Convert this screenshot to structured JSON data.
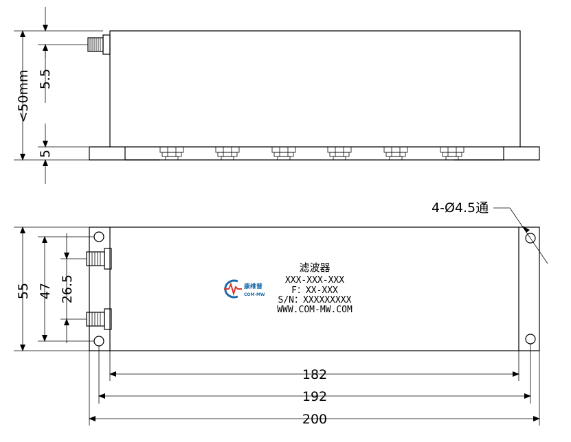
{
  "top_view": {
    "height_label": "<50mm",
    "offset_label": "5.5",
    "base_label": "5"
  },
  "front_view": {
    "hole_note": "4-Ø4.5通",
    "width_label": "55",
    "span_label": "47",
    "port_label": "26.5",
    "inner_length": "182",
    "hole_length": "192",
    "total_length": "200",
    "product_label": {
      "name": "滤波器",
      "model": "XXX-XXX-XXX",
      "freq": "F：XX-XXX",
      "serial": "S/N：XXXXXXXXX",
      "website": "WWW.COM-MW.COM"
    },
    "logo": {
      "brand_cn": "康维普",
      "brand_en": "COM-MW",
      "mark": "MW",
      "color_primary": "#1a6aa8",
      "color_accent": "#d9362b"
    }
  }
}
